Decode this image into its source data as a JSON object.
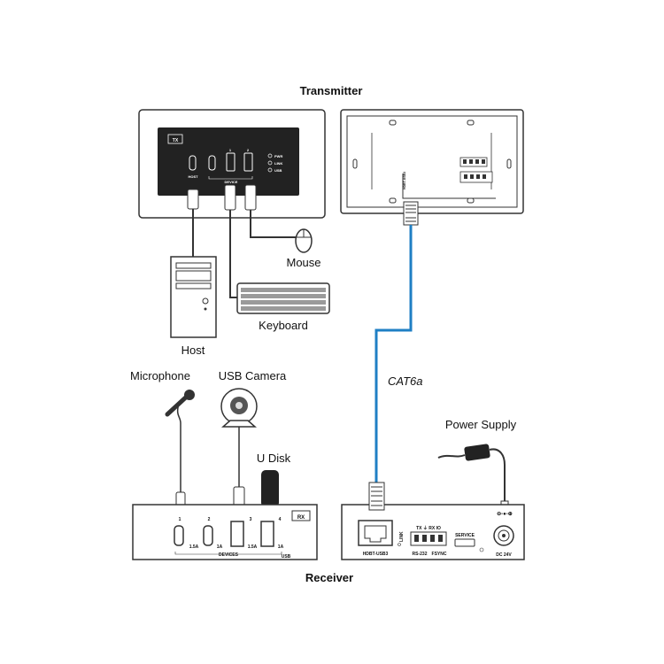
{
  "titles": {
    "transmitter": "Transmitter",
    "receiver": "Receiver"
  },
  "devices": {
    "mouse": "Mouse",
    "keyboard": "Keyboard",
    "host": "Host",
    "microphone": "Microphone",
    "usb_camera": "USB Camera",
    "u_disk": "U Disk",
    "power_supply": "Power Supply"
  },
  "cable": {
    "label": "CAT6a",
    "color": "#1f7fc4"
  },
  "tx_panel": {
    "badge": "TX",
    "host_port": "HOST",
    "device_ports": "DEVICE",
    "port_1": "1",
    "port_2": "2",
    "led_power": "PWR",
    "led_link": "LINK",
    "led_usb": "USB",
    "back_label": "HDBT-USB3"
  },
  "rx_panel": {
    "badge": "RX",
    "ports": [
      "1",
      "2",
      "3",
      "4"
    ],
    "currents": [
      "1.5A",
      "1A",
      "1.5A",
      "1A"
    ],
    "devices_label": "DEVICES",
    "usb_label": "USB",
    "hdbt_label": "HDBT-USB3",
    "link_label": "LINK",
    "terminal_top": "TX ⏚ RX IO",
    "rs232": "RS-232",
    "fsync": "FSYNC",
    "service": "SERVICE",
    "dc": "DC 24V"
  }
}
